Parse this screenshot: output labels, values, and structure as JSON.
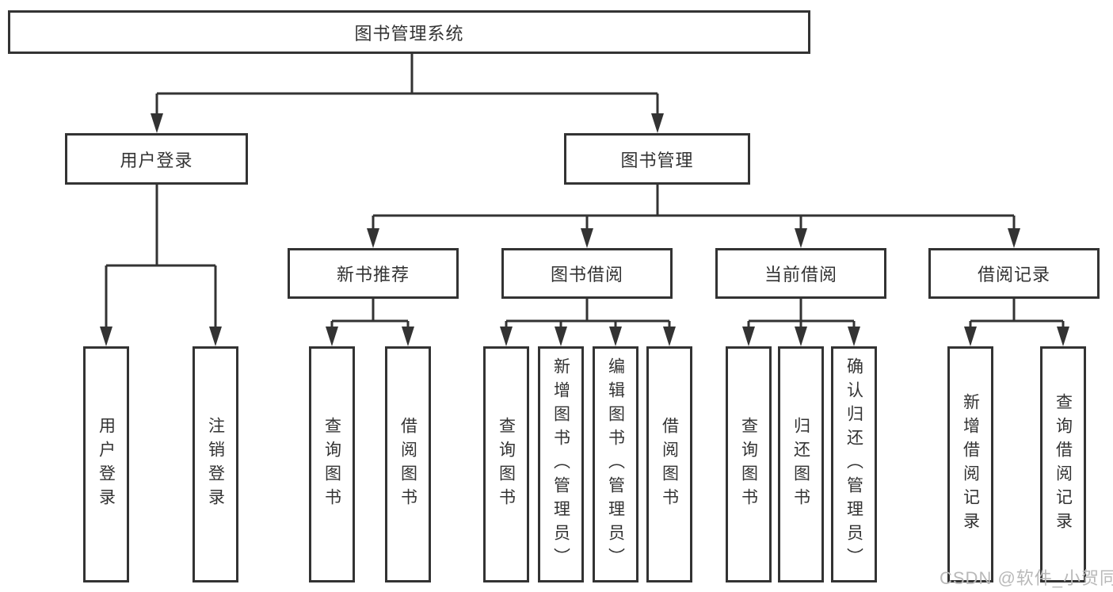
{
  "diagram_type": "hierarchy-tree",
  "colors": {
    "line": "#333333",
    "box_border": "#333333",
    "box_fill": "#ffffff",
    "text": "#333333",
    "watermark": "#b9b9b9",
    "background": "#ffffff"
  },
  "tree": {
    "label": "图书管理系统",
    "children": [
      {
        "label": "用户登录",
        "children": [
          {
            "label": "用户登录"
          },
          {
            "label": "注销登录"
          }
        ]
      },
      {
        "label": "图书管理",
        "children": [
          {
            "label": "新书推荐",
            "children": [
              {
                "label": "查询图书"
              },
              {
                "label": "借阅图书"
              }
            ]
          },
          {
            "label": "图书借阅",
            "children": [
              {
                "label": "查询图书"
              },
              {
                "label": "新增图书（管理员）"
              },
              {
                "label": "编辑图书（管理员）"
              },
              {
                "label": "借阅图书"
              }
            ]
          },
          {
            "label": "当前借阅",
            "children": [
              {
                "label": "查询图书"
              },
              {
                "label": "归还图书"
              },
              {
                "label": "确认归还（管理员）"
              }
            ]
          },
          {
            "label": "借阅记录",
            "children": [
              {
                "label": "新增借阅记录"
              },
              {
                "label": "查询借阅记录"
              }
            ]
          }
        ]
      }
    ]
  },
  "watermark": {
    "text": "CSDN @软件_小贺同学"
  }
}
